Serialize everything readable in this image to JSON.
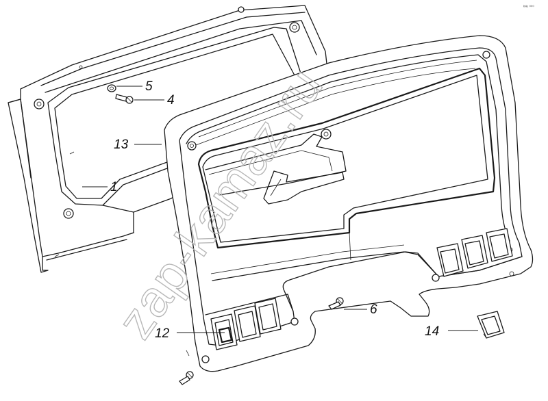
{
  "drawing": {
    "corner_note": "ᵏᴺᵉ ⁰⁰⁰",
    "watermark": "zap-kamaz.ru",
    "callouts": [
      {
        "id": "1",
        "label": "1"
      },
      {
        "id": "4",
        "label": "4"
      },
      {
        "id": "5",
        "label": "5"
      },
      {
        "id": "6",
        "label": "6"
      },
      {
        "id": "12",
        "label": "12"
      },
      {
        "id": "13",
        "label": "13"
      },
      {
        "id": "14",
        "label": "14"
      }
    ]
  }
}
